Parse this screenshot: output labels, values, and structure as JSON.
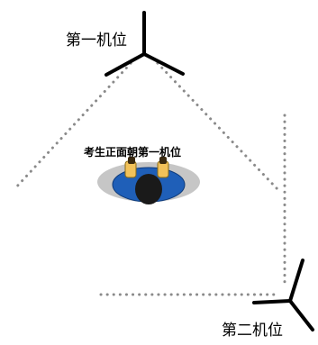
{
  "labels": {
    "camera1": "第一机位",
    "camera2": "第二机位",
    "note": "考生正面朝第一机位"
  },
  "colors": {
    "line": "#000000",
    "dots": "#8a8a8a",
    "desk": "#c6c6c6",
    "shirt": "#1f5fb8",
    "hair": "#1a1a1a",
    "hands": "#f2c25a"
  }
}
